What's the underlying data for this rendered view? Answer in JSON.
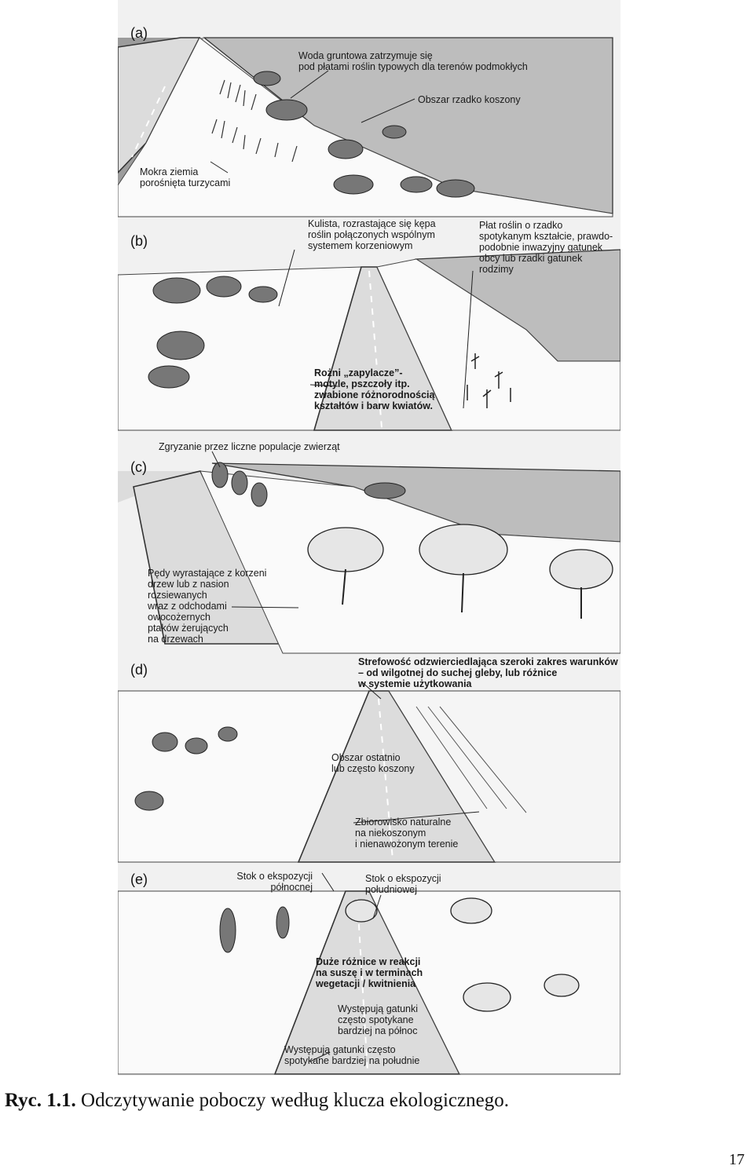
{
  "figure": {
    "panels": [
      {
        "id": "a",
        "label": "(a)"
      },
      {
        "id": "b",
        "label": "(b)"
      },
      {
        "id": "c",
        "label": "(c)"
      },
      {
        "id": "d",
        "label": "(d)"
      },
      {
        "id": "e",
        "label": "(e)"
      }
    ],
    "callouts": {
      "groundwater": "Woda gruntowa zatrzymuje się\npod płatami roślin typowych dla terenów podmokłych",
      "rarely_mown": "Obszar rzadko koszony",
      "wet_ground": "Mokra ziemia\nporośnięta turzycami",
      "clump": "Kulista, rozrastające się kępa\nroślin połączonych wspólnym\nsystemem korzeniowym",
      "patch": "Płat roślin o rzadko\nspotykanym kształcie, prawdo-\npodobnie inwazyjny gatunek\nobcy lub rzadki gatunek\nrodzimy",
      "pollinators": "Rożni „zapylacze”-\nmotyle, pszczoły itp.\nzwabione różnorodnością\nkształtów i barw kwiatów.",
      "grazing": "Zgryzanie przez liczne populacje zwierząt",
      "shoots": "Pędy wyrastające z korzeni\ndrzew lub z nasion\nrozsiewanych\nwraz z odchodami\nowocożernych\nptaków żerujących\nna drzewach",
      "zonation": "Strefowość odzwierciedlająca szeroki zakres warunków\n– od wilgotnej do suchej gleby, lub różnice\nw systemie użytkowania",
      "recently_mown": "Obszar ostatnio\nlub często koszony",
      "natural_community": "Zbiorowisko naturalne\nna niekoszonym\ni nienawożonym terenie",
      "north_slope": "Stok o ekspozycji\npółnocnej",
      "south_slope": "Stok o ekspozycji\npołudniowej",
      "drought": "Duże różnice w reakcji\nna suszę i w terminach\nwegetacji / kwitnienia",
      "northern_species": "Występują gatunki\nczęsto spotykane\nbardziej na północ",
      "southern_species": "Występują gatunki często\nspotykane bardziej na południe"
    }
  },
  "caption": {
    "number": "Ryc. 1.1.",
    "text": "Odczytywanie poboczy według klucza ekologicznego."
  },
  "page_number": "17"
}
